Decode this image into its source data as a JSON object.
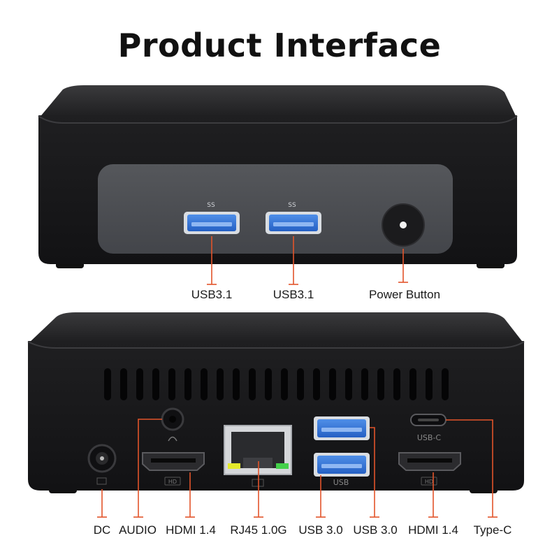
{
  "title": "Product Interface",
  "front_labels": {
    "usb1": "USB3.1",
    "usb2": "USB3.1",
    "power": "Power Button"
  },
  "rear_labels": {
    "dc": "DC",
    "audio": "AUDIO",
    "hdmi1": "HDMI 1.4",
    "rj45": "RJ45 1.0G",
    "usb30a": "USB 3.0",
    "usb30b": "USB 3.0",
    "hdmi2": "HDMI 1.4",
    "typec": "Type-C"
  },
  "port_markings": {
    "ss": "SS",
    "usb": "USB",
    "usbc": "USB-C",
    "hd": "HD"
  },
  "colors": {
    "leader_line": "#e2542a",
    "usb_blue": "#2f73d8",
    "case": "#1c1c1e",
    "panel": "#4a4c50"
  }
}
